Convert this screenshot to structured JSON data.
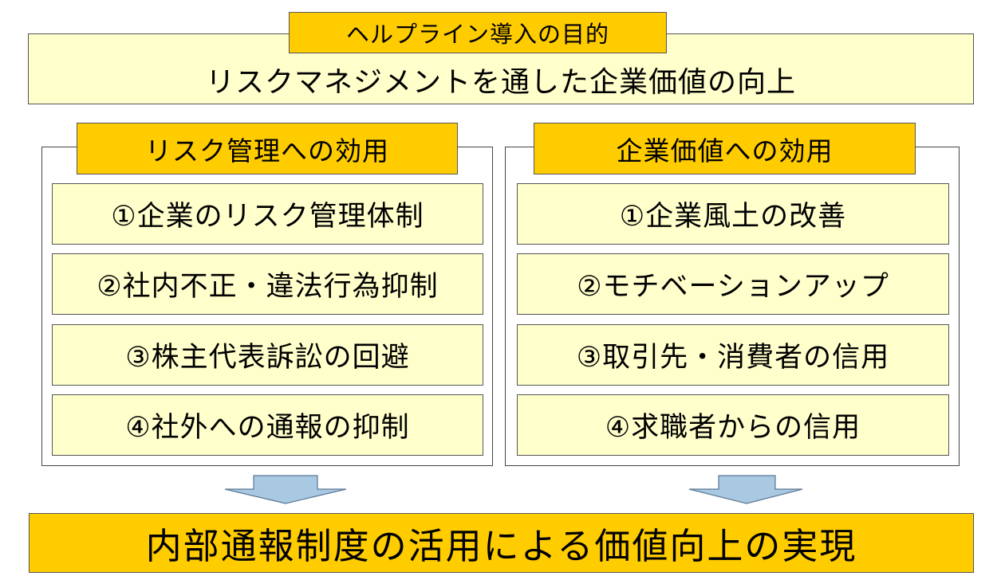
{
  "purpose": {
    "tag": "ヘルプライン導入の目的",
    "main": "リスクマネジメントを通した企業価値の向上"
  },
  "left_panel": {
    "title": "リスク管理への効用",
    "items": [
      "①企業のリスク管理体制",
      "②社内不正・違法行為抑制",
      "③株主代表訴訟の回避",
      "④社外への通報の抑制"
    ]
  },
  "right_panel": {
    "title": "企業価値への効用",
    "items": [
      "①企業風土の改善",
      "②モチベーションアップ",
      "③取引先・消費者の信用",
      "④求職者からの信用"
    ]
  },
  "result": "内部通報制度の活用による価値向上の実現",
  "colors": {
    "cream": "#ffffcc",
    "orange": "#ffcc00",
    "arrow_fill": "#a9c8e2",
    "arrow_stroke": "#5a7894"
  }
}
